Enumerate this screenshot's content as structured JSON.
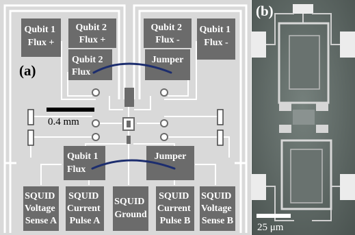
{
  "panel_a": {
    "label": "(a)",
    "pads": {
      "qubit1_flux_plus": [
        "Qubit 1",
        "Flux +"
      ],
      "qubit2_flux_plus": [
        "Qubit 2",
        "Flux +"
      ],
      "qubit2_flux_minus": [
        "Qubit 2",
        "Flux -"
      ],
      "qubit1_flux_minus": [
        "Qubit 1",
        "Flux -"
      ],
      "qubit2_flux": [
        "Qubit 2",
        "Flux"
      ],
      "jumper_top": [
        "Jumper"
      ],
      "qubit1_flux": [
        "Qubit 1",
        "Flux"
      ],
      "jumper_bottom": [
        "Jumper"
      ],
      "squid_voltage_a": [
        "SQUID",
        "Voltage",
        "Sense A"
      ],
      "squid_current_a": [
        "SQUID",
        "Current",
        "Pulse A"
      ],
      "squid_ground": [
        "SQUID",
        "Ground"
      ],
      "squid_current_b": [
        "SQUID",
        "Current",
        "Pulse B"
      ],
      "squid_voltage_b": [
        "SQUID",
        "Voltage",
        "Sense B"
      ]
    },
    "scale_bar": "0.4 mm"
  },
  "panel_b": {
    "label": "(b)",
    "scale_bar": "25 μm"
  },
  "colors": {
    "pad_fill": "#6b6b6b",
    "board_fill": "#d9d9d9",
    "trace": "#ffffff",
    "jumper_wire": "#1c2d6e",
    "micrograph_bg": "#5b6461"
  }
}
